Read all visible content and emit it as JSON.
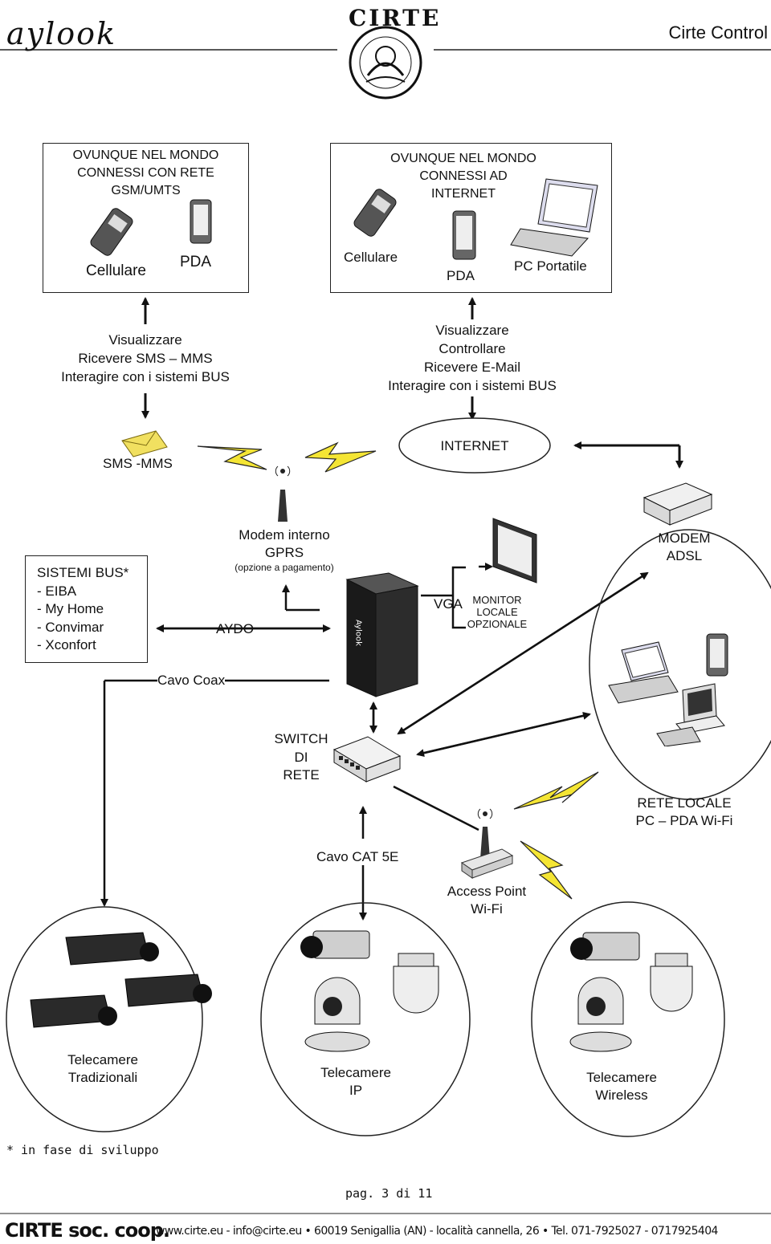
{
  "header": {
    "logo_left": "aylook",
    "logo_center": "CIRTE",
    "title": "Cirte Control"
  },
  "gsm_box": {
    "heading": "OVUNQUE NEL MONDO\nCONNESSI CON RETE\nGSM/UMTS",
    "cellulare": "Cellulare",
    "pda": "PDA"
  },
  "internet_box": {
    "heading": "OVUNQUE NEL MONDO\nCONNESSI AD\nINTERNET",
    "cellulare": "Cellulare",
    "pda": "PDA",
    "pc": "PC Portatile"
  },
  "capabilities_left": "Visualizzare\nRicevere SMS – MMS\nInteragire con i sistemi BUS",
  "capabilities_right": "Visualizzare\nControllare\nRicevere E-Mail\nInteragire con i sistemi BUS",
  "sms_label": "SMS -MMS",
  "internet_label": "INTERNET",
  "sistemi_bus": "SISTEMI BUS*\n- EIBA\n- My Home\n- Convimar\n- Xconfort",
  "modem_gprs": "Modem interno\nGPRS",
  "modem_gprs_note": "(opzione a pagamento)",
  "aydo": "AYDO",
  "vga": "VGA",
  "monitor": "MONITOR\nLOCALE\nOPZIONALE",
  "modem_adsl": "MODEM\nADSL",
  "cavo_coax": "Cavo Coax",
  "switch": "SWITCH\nDI\nRETE",
  "rete_locale": "RETE LOCALE\nPC – PDA Wi-Fi",
  "cavo_cat": "Cavo CAT 5E",
  "access_point": "Access Point\nWi-Fi",
  "cam_tradizionali": "Telecamere\nTradizionali",
  "cam_ip": "Telecamere\nIP",
  "cam_wireless": "Telecamere\nWireless",
  "footnote": "* in fase di sviluppo",
  "page": "pag. 3 di 11",
  "footer": {
    "company": "CIRTE soc. coop.",
    "contacts": "www.cirte.eu - info@cirte.eu • 60019 Senigallia (AN) - località cannella, 26 • Tel. 071-7925027 - 0717925404"
  }
}
